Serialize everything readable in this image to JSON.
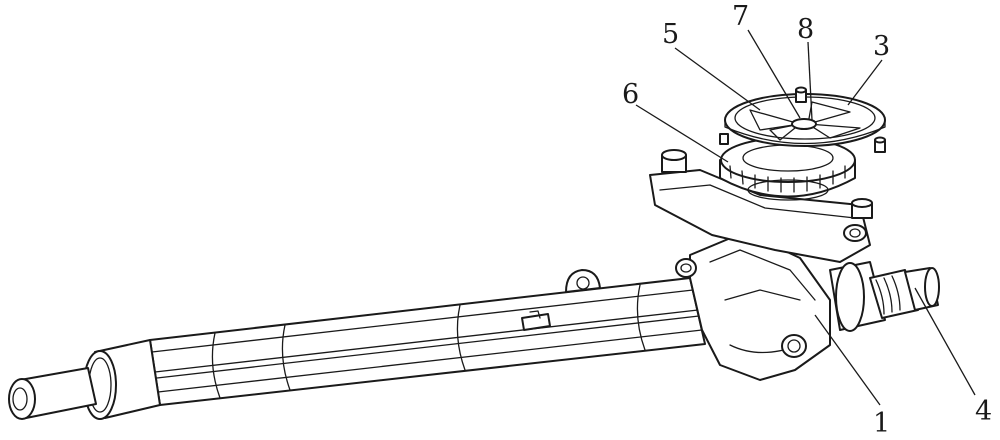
{
  "labels": {
    "part_1": "1",
    "part_3": "3",
    "part_4": "4",
    "part_5": "5",
    "part_6": "6",
    "part_7": "7",
    "part_8": "8"
  },
  "colors": {
    "line": "#1a1a1a",
    "background": "#ffffff"
  }
}
